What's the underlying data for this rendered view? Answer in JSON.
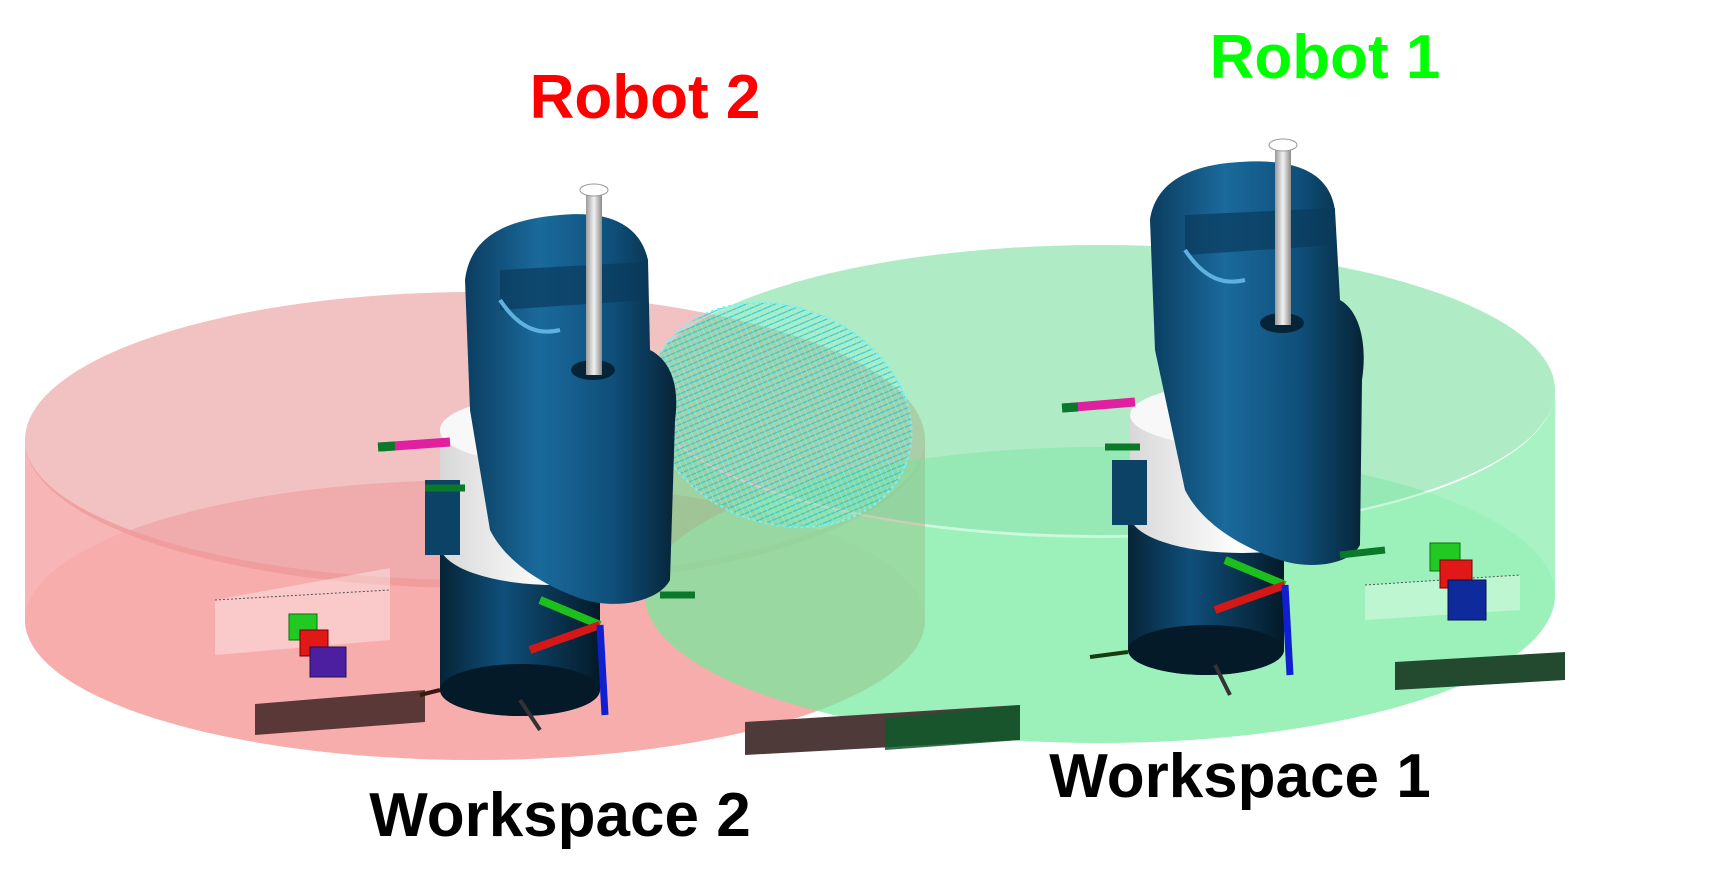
{
  "labels": {
    "robot_1": "Robot 1",
    "robot_2": "Robot 2",
    "workspace_1": "Workspace 1",
    "workspace_2": "Workspace 2"
  },
  "colors": {
    "robot_1_label": "#00ff00",
    "robot_2_label": "#ff0000",
    "workspace_1_fill": "#3fe27a",
    "workspace_2_fill": "#f26b6b",
    "overlap_mesh": "#40e0e0",
    "robot_body": "#0f4f7a",
    "robot_body_dark": "#082c46",
    "robot_collar": "#f4f4f4",
    "workspace_label": "#000000"
  },
  "icons": {
    "robot_1": "scara-robot-icon",
    "robot_2": "scara-robot-icon"
  }
}
